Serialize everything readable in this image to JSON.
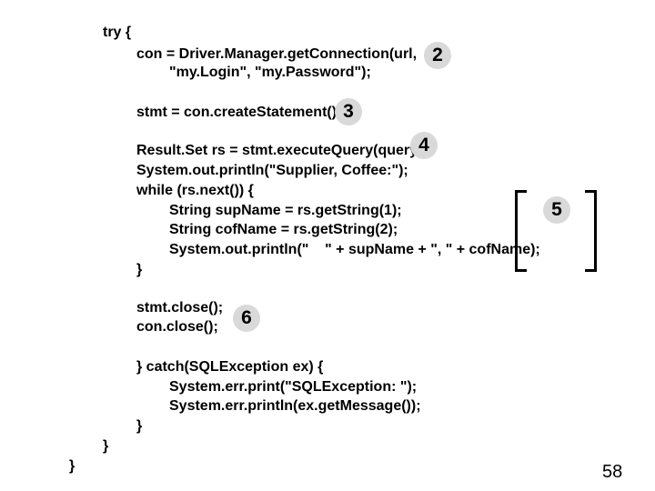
{
  "code_lines": [
    "try {",
    "con = Driver.Manager.getConnection(url,",
    "\"my.Login\", \"my.Password\");",
    "stmt = con.createStatement();",
    "Result.Set rs = stmt.executeQuery(query);",
    "System.out.println(\"Supplier, Coffee:\");",
    "while (rs.next()) {",
    "String supName = rs.getString(1);",
    "String cofName = rs.getString(2);",
    "System.out.println(\"    \" + supName + \", \" + cofName);",
    "}",
    "stmt.close();",
    "con.close();",
    "} catch(SQLException ex) {",
    "System.err.print(\"SQLException: \");",
    "System.err.println(ex.getMessage());",
    "}",
    "}",
    "}"
  ],
  "markers": [
    "2",
    "3",
    "4",
    "5",
    "6"
  ],
  "page_number": "58"
}
